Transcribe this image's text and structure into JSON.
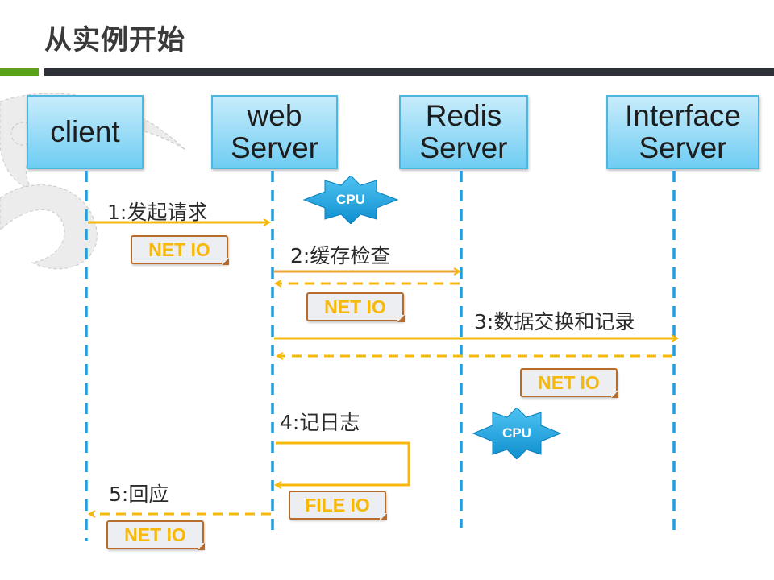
{
  "title": "从实例开始",
  "colors": {
    "accent_green": "#5aa21c",
    "rule_dark": "#2e3238",
    "lifeline": "#1ea0e0",
    "arrow": "#f7b80c",
    "io_border": "#b86c2c",
    "cpu": "#1aa3df"
  },
  "actors": [
    {
      "id": "client",
      "line1": "client",
      "line2": ""
    },
    {
      "id": "web",
      "line1": "web",
      "line2": "Server"
    },
    {
      "id": "redis",
      "line1": "Redis",
      "line2": "Server"
    },
    {
      "id": "interface",
      "line1": "Interface",
      "line2": "Server"
    }
  ],
  "messages": [
    {
      "label": "1:发起请求",
      "from": "client",
      "to": "web",
      "style": "solid"
    },
    {
      "label": "2:缓存检查",
      "from": "web",
      "to": "redis",
      "style": "solid",
      "return": "dashed"
    },
    {
      "label": "3:数据交换和记录",
      "from": "web",
      "to": "interface",
      "style": "solid",
      "return": "dashed"
    },
    {
      "label": "4:记日志",
      "from": "web",
      "to": "web",
      "style": "self-loop"
    },
    {
      "label": "5:回应",
      "from": "web",
      "to": "client",
      "style": "dashed"
    }
  ],
  "io_tags": [
    "NET IO",
    "NET IO",
    "NET IO",
    "FILE IO",
    "NET IO"
  ],
  "cpu_badges": [
    "CPU",
    "CPU"
  ]
}
